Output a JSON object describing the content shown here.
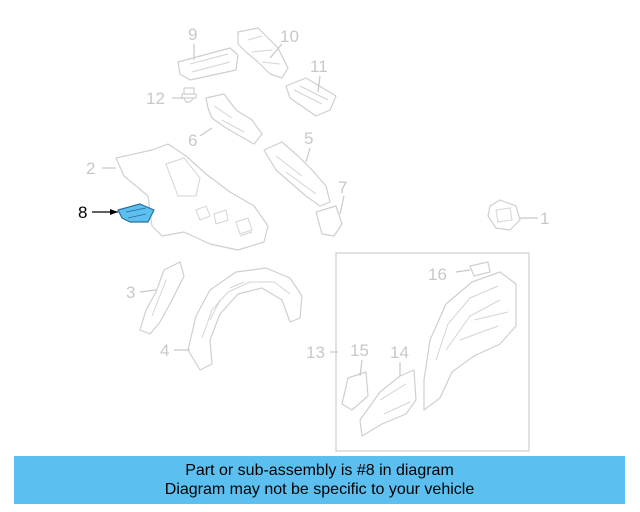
{
  "colors": {
    "highlight_part": "#5bbff0",
    "banner": "#5bbff0",
    "line_gray": "#cfcfcf",
    "label_gray": "#c8c8c8"
  },
  "diagram": {
    "highlighted_part": "8",
    "callouts": [
      "1",
      "2",
      "3",
      "4",
      "5",
      "6",
      "7",
      "8",
      "9",
      "10",
      "11",
      "12",
      "13",
      "14",
      "15",
      "16"
    ]
  },
  "caption": {
    "line1": "Part or sub-assembly is #8 in diagram",
    "line2": "Diagram may not be specific to your vehicle"
  }
}
